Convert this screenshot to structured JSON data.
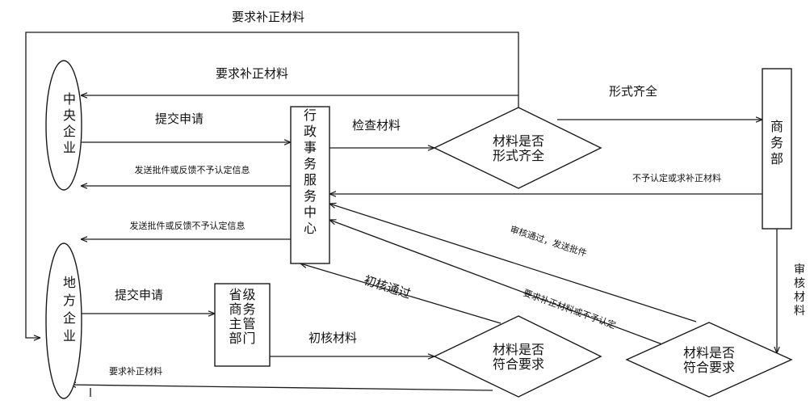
{
  "nodes": {
    "central_enterprise": "中央企业",
    "local_enterprise": "地方企业",
    "admin_center": "行政事务服务中心",
    "provincial_dept": "省级商务主管部门",
    "ministry": "商务部",
    "check_form_complete": [
      "材料是否",
      "形式齐全"
    ],
    "check_requirements_1": [
      "材料是否",
      "符合要求"
    ],
    "check_requirements_2": [
      "材料是否",
      "符合要求"
    ]
  },
  "edges": {
    "top_supplement": "要求补正材料",
    "center_supplement": "要求补正材料",
    "submit_central": "提交申请",
    "send_central": "发送批件或反馈不予认定信息",
    "send_local": "发送批件或反馈不予认定信息",
    "submit_local": "提交申请",
    "check_materials": "检查材料",
    "form_complete": "形式齐全",
    "ministry_reject": "不予认定或求补正材料",
    "ministry_review": "审核材料",
    "review_pass_send": "审核通过，发送批件",
    "request_or_reject": "要求补正材料或不予认定",
    "preliminary_pass": "初核通过",
    "preliminary_check": "初核材料",
    "local_supplement": "要求补正材料"
  },
  "colors": {
    "line": "#1a1a1a",
    "text": "#111111",
    "background": "#ffffff"
  }
}
